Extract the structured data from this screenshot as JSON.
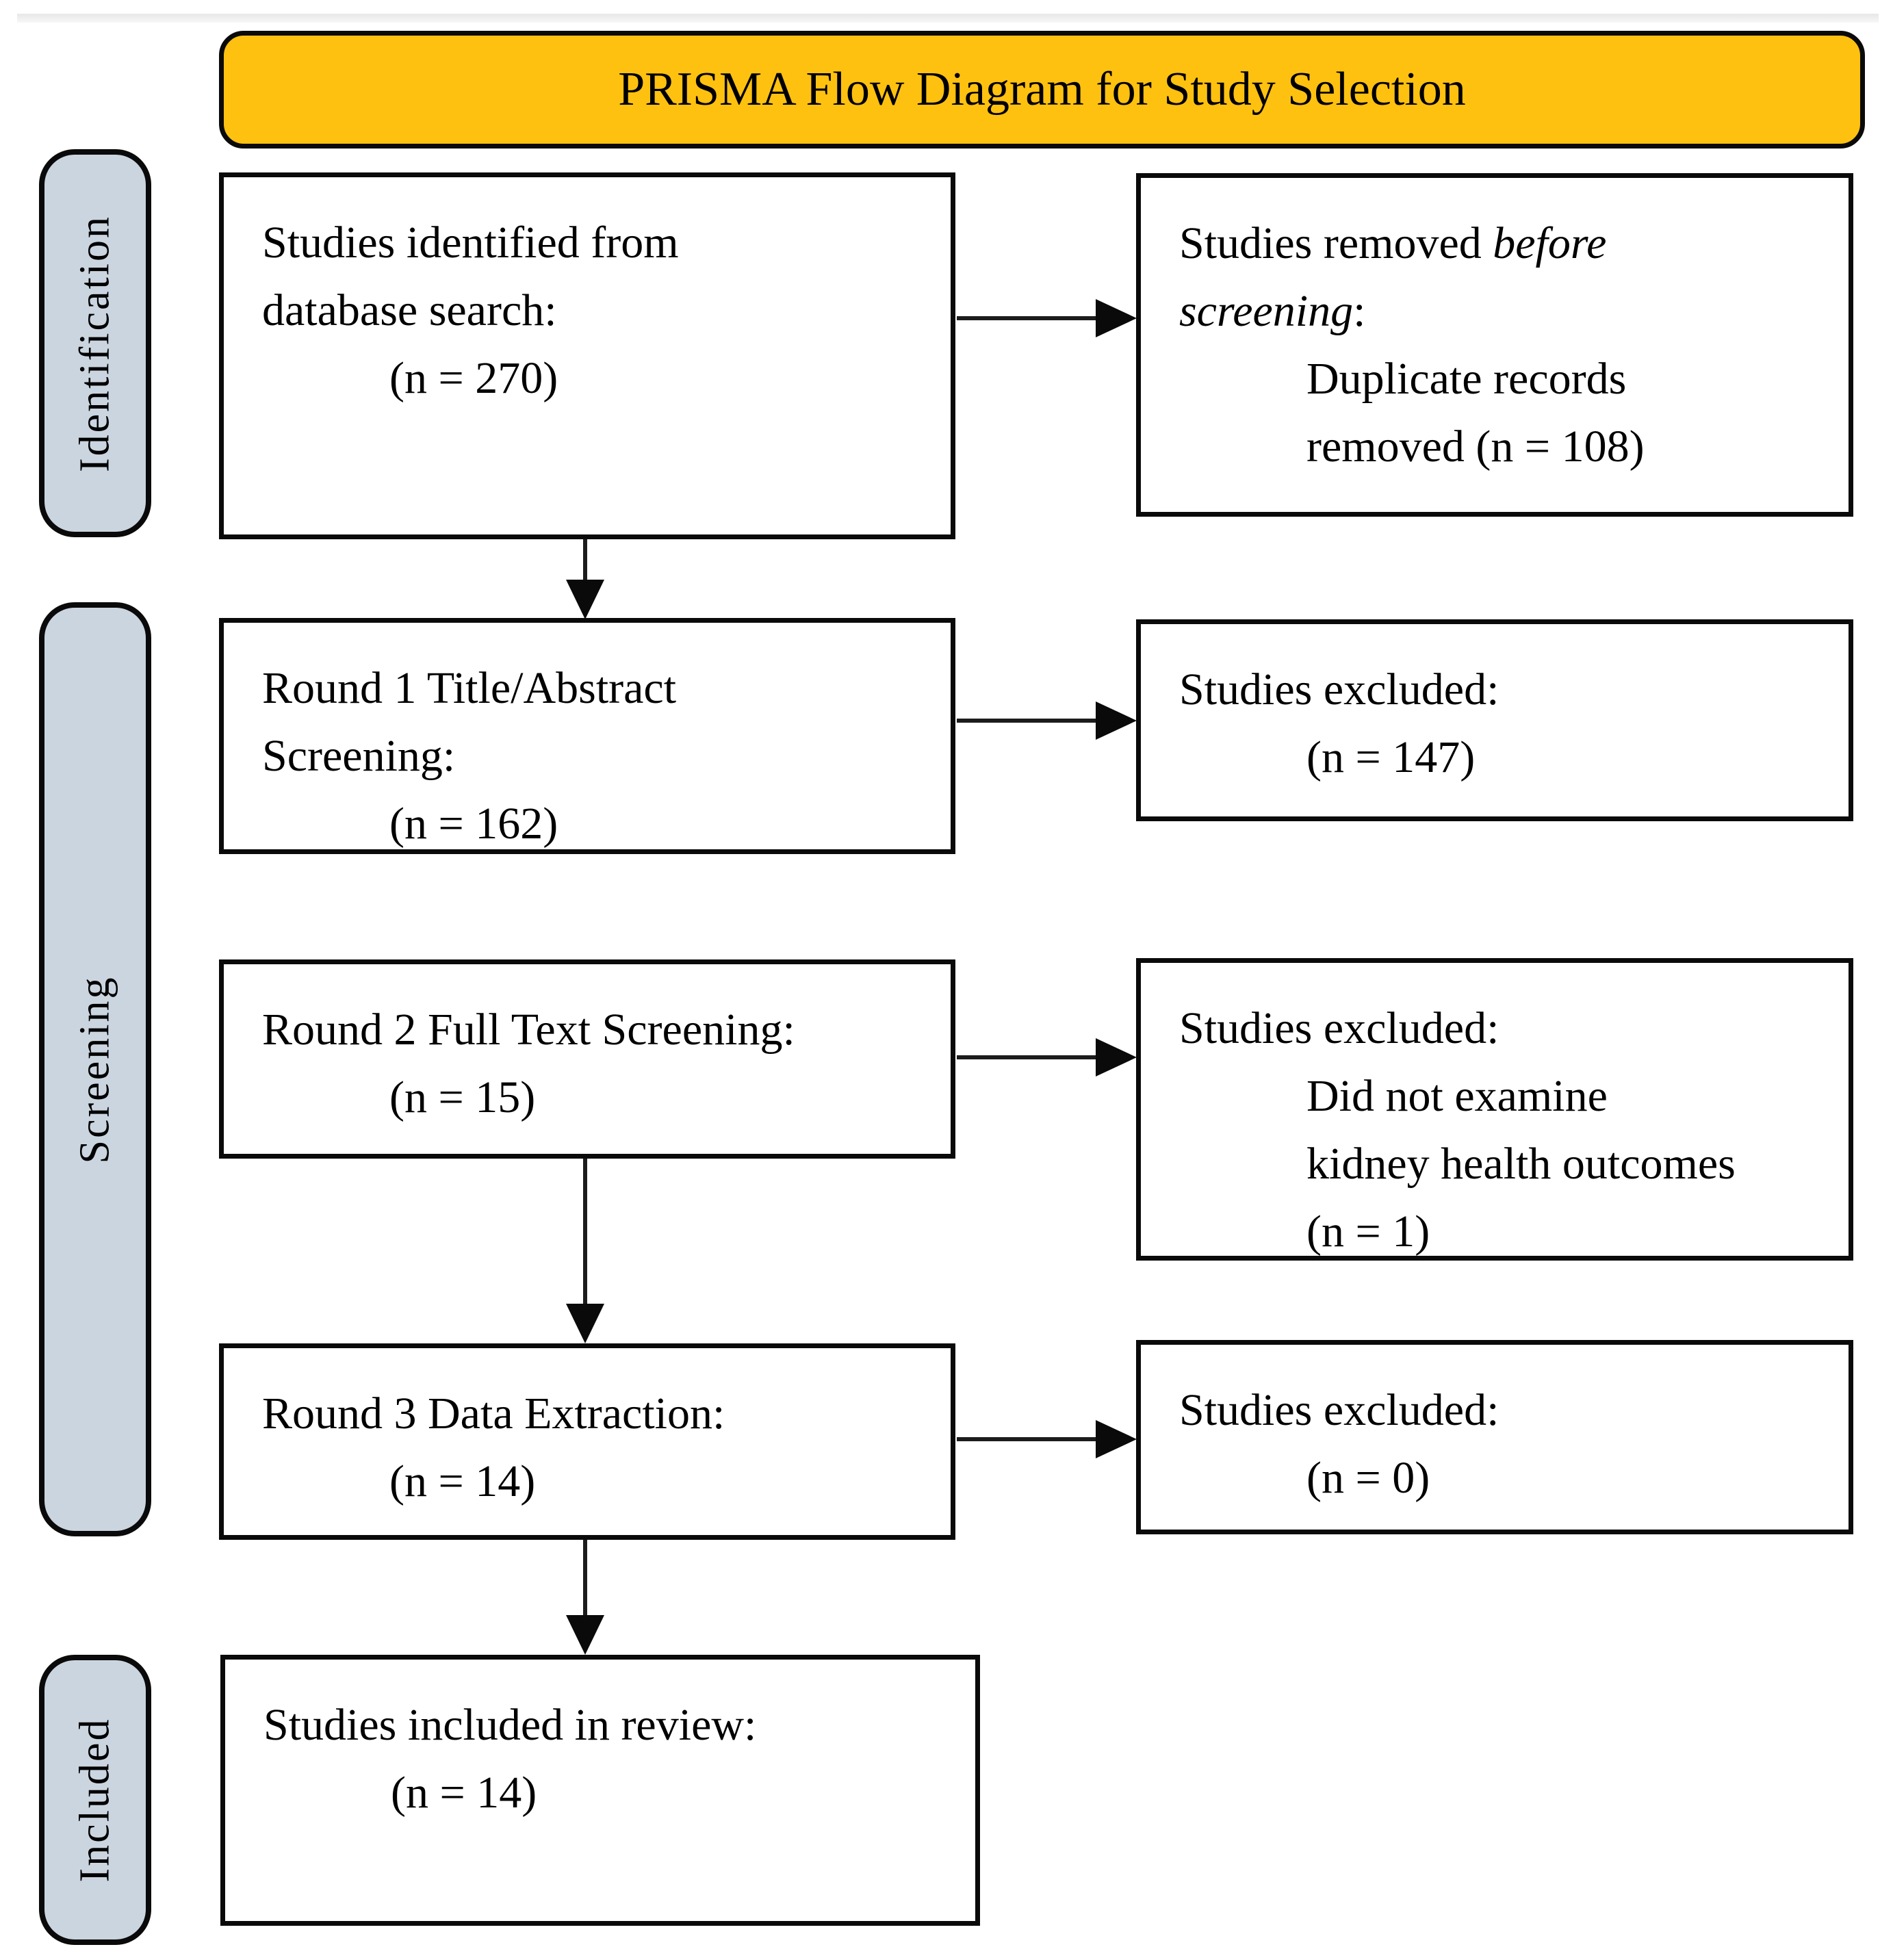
{
  "title_banner": "PRISMA Flow Diagram for Study Selection",
  "colors": {
    "banner_fill": "#FFC110",
    "stage_pill_fill": "#CBD5E0",
    "border": "#0A0A0A",
    "background": "#FFFFFF"
  },
  "stage_labels": {
    "identification": "Identification",
    "screening": "Screening",
    "included": "Included"
  },
  "boxes": {
    "identified": {
      "lines": [
        {
          "parts": [
            {
              "text": "Studies identified from"
            }
          ]
        },
        {
          "parts": [
            {
              "text": "database search:"
            }
          ]
        },
        {
          "parts": [
            {
              "text": "(n = 270)"
            }
          ],
          "indent": true
        }
      ]
    },
    "removed_before_screening": {
      "lines": [
        {
          "parts": [
            {
              "text": "Studies removed "
            },
            {
              "text": "before",
              "italic": true
            }
          ]
        },
        {
          "parts": [
            {
              "text": "screening",
              "italic": true
            },
            {
              "text": ":"
            }
          ]
        },
        {
          "parts": [
            {
              "text": "Duplicate records"
            }
          ],
          "indent": true
        },
        {
          "parts": [
            {
              "text": "removed (n = 108)"
            }
          ],
          "indent": true
        }
      ]
    },
    "round1": {
      "lines": [
        {
          "parts": [
            {
              "text": "Round 1 Title/Abstract"
            }
          ]
        },
        {
          "parts": [
            {
              "text": "Screening:"
            }
          ]
        },
        {
          "parts": [
            {
              "text": "(n = 162)"
            }
          ],
          "indent": true
        }
      ]
    },
    "excluded_round1": {
      "lines": [
        {
          "parts": [
            {
              "text": "Studies excluded:"
            }
          ]
        },
        {
          "parts": [
            {
              "text": "(n = 147)"
            }
          ],
          "indent": true
        }
      ]
    },
    "round2": {
      "lines": [
        {
          "parts": [
            {
              "text": "Round 2 Full Text Screening:"
            }
          ]
        },
        {
          "parts": [
            {
              "text": "(n = 15)"
            }
          ],
          "indent": true
        }
      ]
    },
    "excluded_round2": {
      "lines": [
        {
          "parts": [
            {
              "text": "Studies excluded:"
            }
          ]
        },
        {
          "parts": [
            {
              "text": "Did not examine"
            }
          ],
          "indent": true
        },
        {
          "parts": [
            {
              "text": "kidney health outcomes"
            }
          ],
          "indent": true
        },
        {
          "parts": [
            {
              "text": "(n = 1)"
            }
          ],
          "indent": true
        }
      ]
    },
    "round3": {
      "lines": [
        {
          "parts": [
            {
              "text": "Round 3 Data Extraction:"
            }
          ]
        },
        {
          "parts": [
            {
              "text": "(n = 14)"
            }
          ],
          "indent": true
        }
      ]
    },
    "excluded_round3": {
      "lines": [
        {
          "parts": [
            {
              "text": "Studies excluded:"
            }
          ]
        },
        {
          "parts": [
            {
              "text": "(n = 0)"
            }
          ],
          "indent": true
        }
      ]
    },
    "included_in_review": {
      "lines": [
        {
          "parts": [
            {
              "text": "Studies included in review:"
            }
          ]
        },
        {
          "parts": [
            {
              "text": "(n = 14)"
            }
          ],
          "indent": true
        }
      ]
    }
  }
}
